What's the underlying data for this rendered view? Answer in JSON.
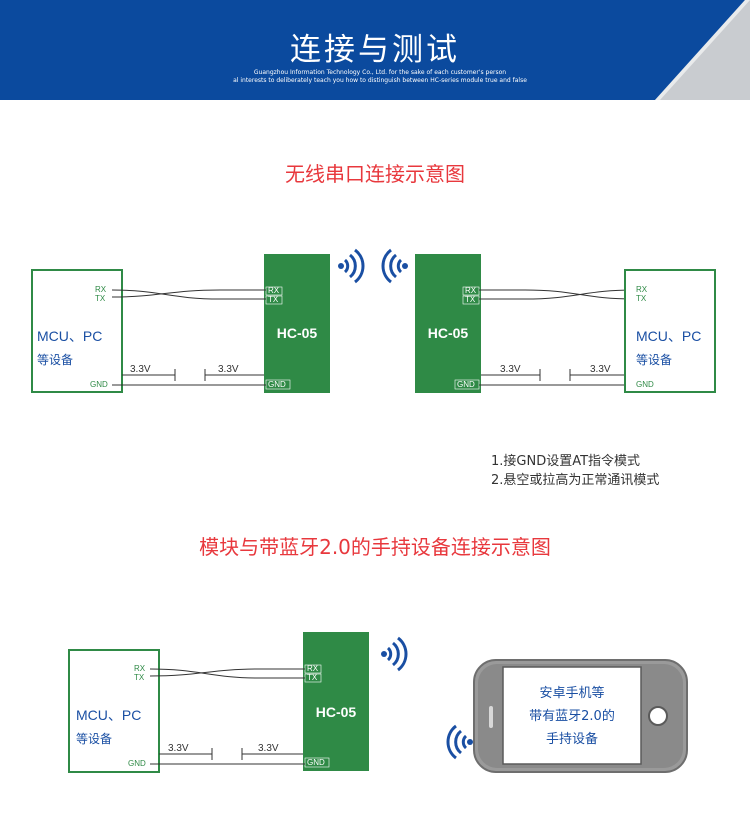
{
  "colors": {
    "header_blue": "#0b4a9e",
    "header_gray": "#c9ccd0",
    "section_title": "#e8383d",
    "module_green": "#2f8a46",
    "device_border": "#2f8a46",
    "device_text": "#1a4fa3",
    "wire": "#333333",
    "signal_blue": "#1a4fa3"
  },
  "header": {
    "title": "连接与测试",
    "subtitle_line1": "Guangzhou Information Technology Co., Ltd. for the sake of each customer's person",
    "subtitle_line2": "al interests to deliberately teach you how to distinguish between HC-series module true and false"
  },
  "section1": {
    "title": "无线串口连接示意图",
    "left_device": {
      "line1": "MCU、PC",
      "line2": "等设备"
    },
    "right_device": {
      "line1": "MCU、PC",
      "line2": "等设备"
    },
    "module_left_name": "HC-05",
    "module_right_name": "HC-05",
    "pins": {
      "rx": "RX",
      "tx": "TX",
      "gnd": "GND"
    },
    "voltage": "3.3V"
  },
  "notes": [
    "1.接GND设置AT指令模式",
    "2.悬空或拉高为正常通讯模式"
  ],
  "section2": {
    "title": "模块与带蓝牙2.0的手持设备连接示意图",
    "device": {
      "line1": "MCU、PC",
      "line2": "等设备"
    },
    "module_name": "HC-05",
    "pins": {
      "rx": "RX",
      "tx": "TX",
      "gnd": "GND"
    },
    "voltage": "3.3V",
    "phone_screen": [
      "安卓手机等",
      "带有蓝牙2.0的",
      "手持设备"
    ]
  }
}
